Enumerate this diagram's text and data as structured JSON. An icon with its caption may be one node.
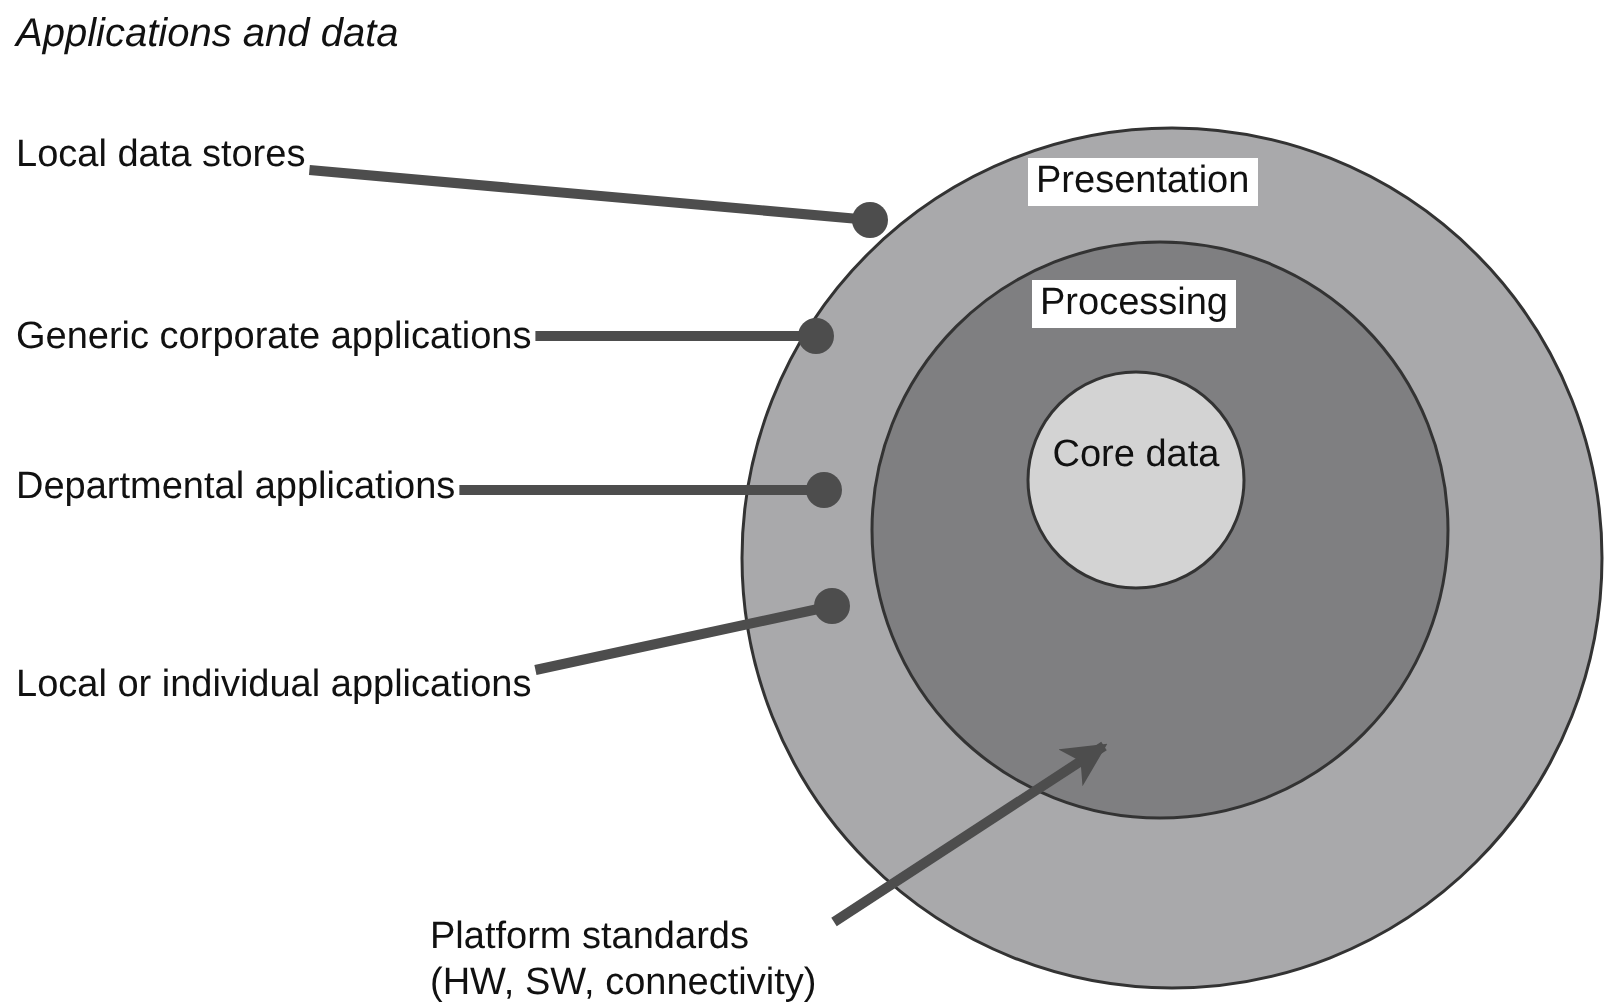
{
  "diagram": {
    "title": "Applications and data",
    "nodes": [
      {
        "text": [
          "Presentation"
        ]
      },
      {
        "text": [
          "Processing"
        ],
        "in": 0
      },
      {
        "text": [
          "Core data"
        ],
        "in": 1
      },
      {
        "text": [
          "Local data stores"
        ]
      },
      {
        "text": [
          "Generic corporate applications"
        ]
      },
      {
        "text": [
          "Departmental applications"
        ]
      },
      {
        "text": [
          "Local or individual applications"
        ]
      },
      {
        "text": [
          "Platform standards (HW, SW, connectivity)"
        ]
      }
    ],
    "edges": [
      {
        "from": 3,
        "to": 0,
        "arrow": "other"
      },
      {
        "from": 4,
        "to": 0,
        "arrow": "other"
      },
      {
        "from": 5,
        "to": 0,
        "arrow": "other"
      },
      {
        "from": 6,
        "to": 0,
        "arrow": "other"
      },
      {
        "from": 7,
        "to": 1,
        "arrow": "to"
      }
    ]
  }
}
